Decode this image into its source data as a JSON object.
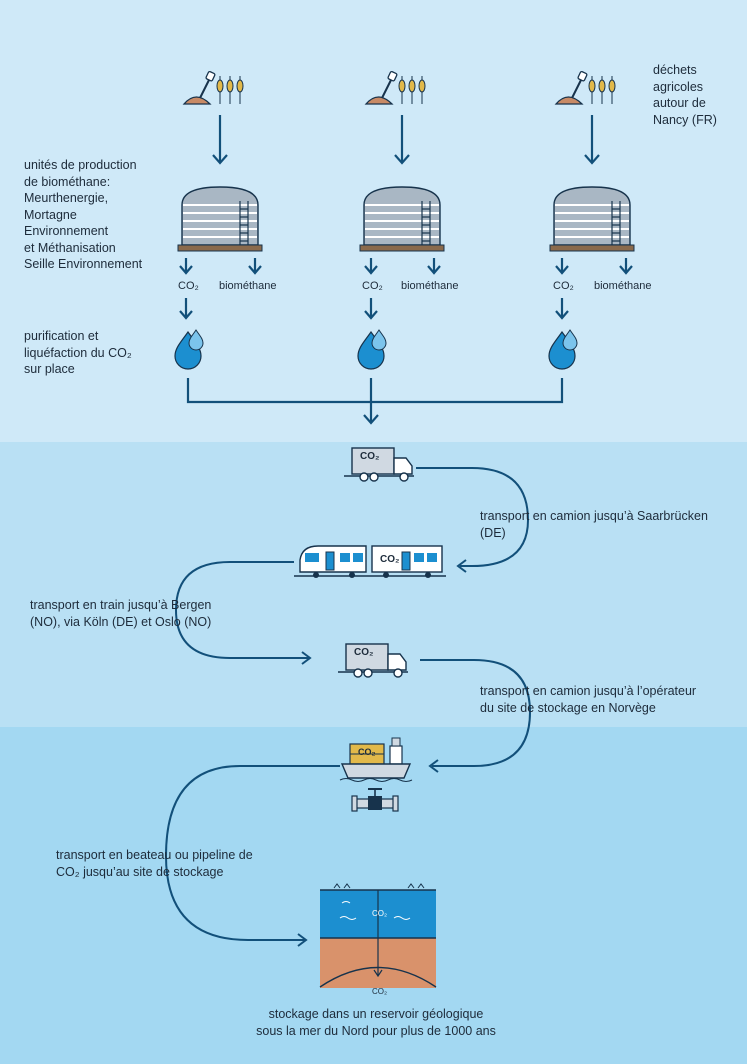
{
  "source_label": "déchets\nagricoles\nautour de\nNancy (FR)",
  "production_units_label": "unités de production\nde biométhane:\nMeurthenergie,\nMortagne\nEnvironnement\net Méthanisation\nSeille Environnement",
  "output_co2": "CO₂",
  "output_biomethane": "biométhane",
  "purification_label": "purification et\nliquéfaction du CO₂\nsur place",
  "truck_badge": "CO₂",
  "step_truck_1": "transport en camion jusqu’à Saarbrücken\n(DE)",
  "step_train": "transport en train jusqu’à Bergen\n(NO), via Köln (DE) et Oslo (NO)",
  "step_truck_2": "transport en camion jusqu’à l’opérateur\ndu site de stockage en Norvège",
  "step_ship": "transport en beateau ou pipeline de\nCO₂ jusqu’au site de stockage",
  "step_storage": "stockage dans un reservoir géologique\nsous la mer du Nord pour plus de 1000 ans",
  "colors": {
    "band_top": "#cfe9f8",
    "band_mid": "#b9e0f4",
    "band_bottom": "#a3d8f2",
    "line": "#12507a",
    "water": "#1c8fd0",
    "sediment": "#d9926b"
  }
}
